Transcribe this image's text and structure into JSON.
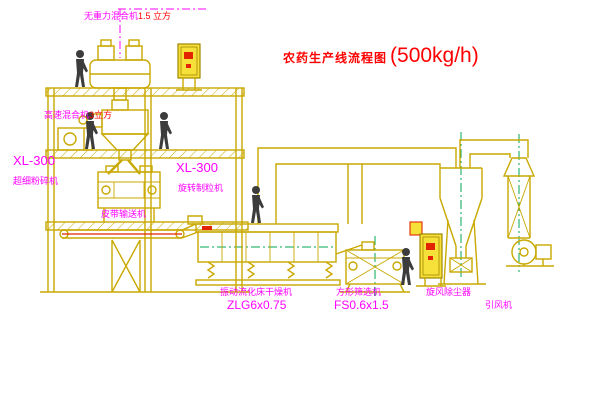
{
  "title": {
    "text": "农药生产线流程图",
    "capacity": "(500kg/h)"
  },
  "labels": {
    "gravity_mixer": {
      "name": "无重力混合机",
      "spec": "1.5 立方"
    },
    "high_speed_mixer": {
      "name": "高速混合机",
      "spec": "3立方"
    },
    "pulverizer": {
      "model": "XL-300",
      "name": "超细粉碎机"
    },
    "granulator": {
      "model": "XL-300",
      "name": "旋转制粒机"
    },
    "belt_conveyor": "皮带输送机",
    "dryer": {
      "name": "振动流化床干燥机",
      "model": "ZLG6x0.75"
    },
    "sieve": {
      "name": "方形筛选机",
      "model": "FS0.6x1.5"
    },
    "cyclone": "旋风除尘器",
    "fan": "引风机"
  },
  "colors": {
    "line": "#C9A800",
    "line_dark": "#A08600",
    "panel_fill": "#F6E13A",
    "accent_red": "#E32400",
    "green": "#00A550",
    "magenta": "#FF00FF",
    "title_red": "#FF0000",
    "person": "#3C3C3C",
    "background": "#FFFFFF"
  }
}
